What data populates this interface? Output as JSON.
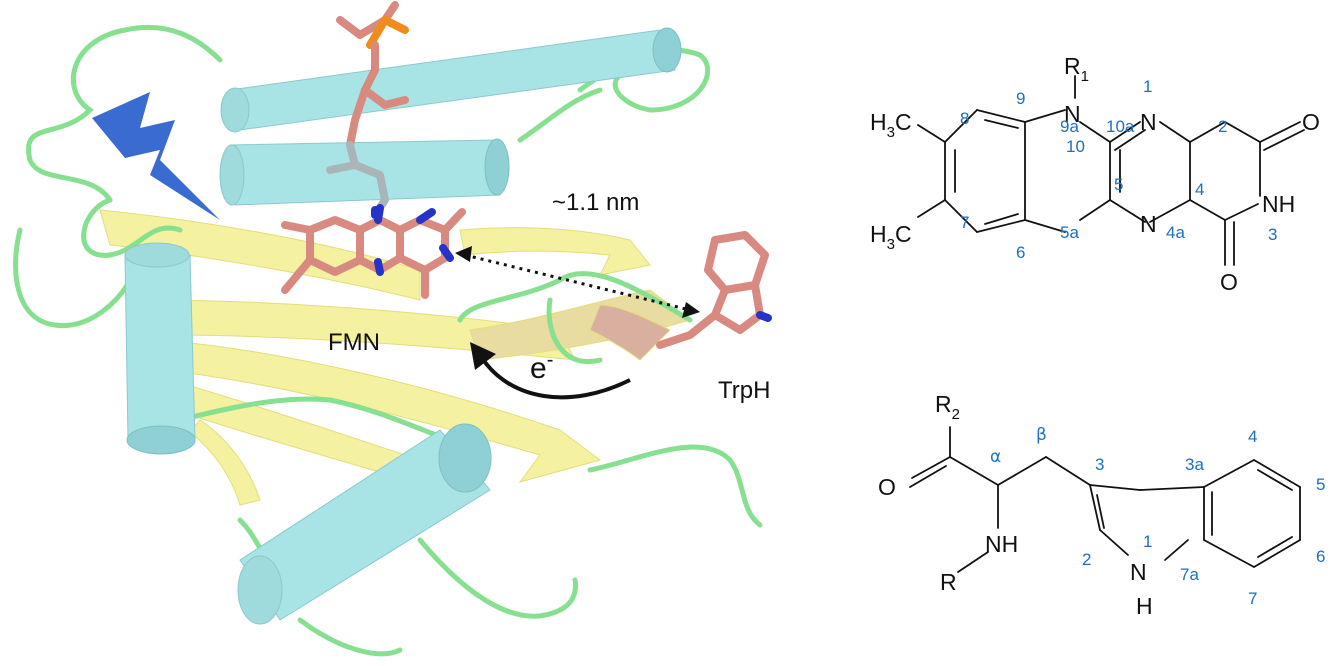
{
  "protein": {
    "fmn_label": "FMN",
    "trp_label": "TrpH",
    "distance_label": "~1.1 nm",
    "electron_label": "e",
    "electron_charge": "-"
  },
  "flavin": {
    "substituent": "R",
    "substituent_sub": "1",
    "methyl_top": "H",
    "methyl_top_sub": "3",
    "methyl_top_c": "C",
    "methyl_bottom": "H",
    "methyl_bottom_sub": "3",
    "methyl_bottom_c": "C",
    "atoms": {
      "n10": "N",
      "n1": "N",
      "n5": "N",
      "nh3": "NH",
      "o2": "O",
      "o4": "O"
    },
    "numbers": [
      "1",
      "2",
      "3",
      "4",
      "4a",
      "5",
      "5a",
      "6",
      "7",
      "8",
      "9",
      "9a",
      "10",
      "10a"
    ]
  },
  "tryptophan": {
    "carbonyl_sub": "R",
    "carbonyl_sub_index": "2",
    "amine_sub": "R",
    "atoms": {
      "o": "O",
      "nh": "NH",
      "n1": "N",
      "h1": "H"
    },
    "greek": [
      "α",
      "β"
    ],
    "numbers": [
      "1",
      "2",
      "3",
      "3a",
      "4",
      "5",
      "6",
      "7",
      "7a"
    ]
  },
  "colors": {
    "helix": "#a8e4e6",
    "helix_end": "#8fd0d4",
    "sheet": "#f4f1a0",
    "loop": "#86e08f",
    "ligand": "#d98a80",
    "nitrogen": "#2633c8",
    "phosphorus": "#f08c1c",
    "lightning": "#3a6bd0",
    "atom_number": "#1f6fc0"
  }
}
